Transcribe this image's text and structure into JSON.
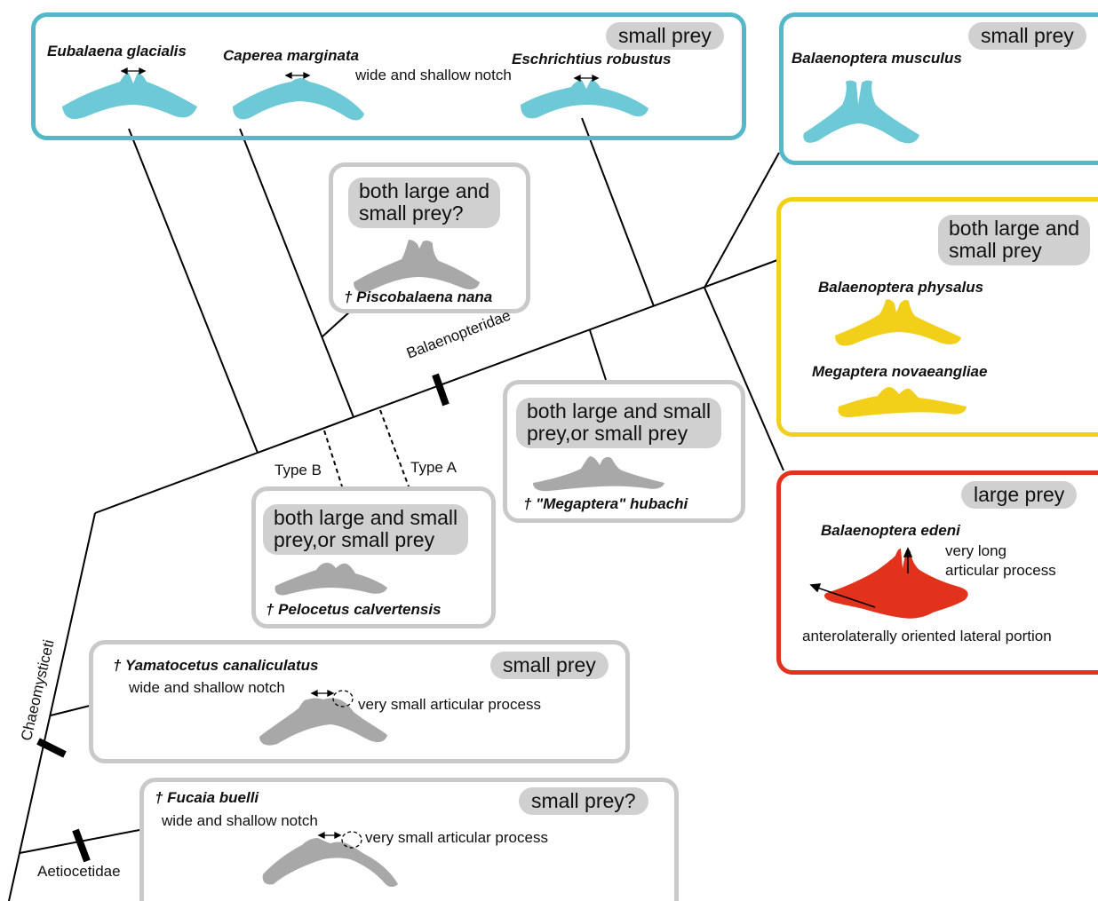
{
  "colors": {
    "blue": "#55b8c9",
    "blue_fill": "#6ec9d7",
    "gray_box": "#c9c9c9",
    "gray_fill": "#a8a8a8",
    "yellow": "#f2d01a",
    "red": "#e2321c",
    "pill": "#d0d0d0"
  },
  "clades": {
    "balaenopteridae": "Balaenopteridae",
    "chaeomysticeti": "Chaeomysticeti",
    "aetiocetidae": "Aetiocetidae",
    "type_b": "Type B",
    "type_a": "Type A"
  },
  "box_blue_left": {
    "prey": "small prey",
    "species1": "Eubalaena glacialis",
    "species2": "Caperea marginata",
    "species3": "Eschrichtius robustus",
    "note": "wide and shallow notch"
  },
  "box_blue_right": {
    "prey": "small prey",
    "species": "Balaenoptera musculus"
  },
  "box_piscobalaena": {
    "prey": "both large and small prey?",
    "prey_line1": "both large and",
    "prey_line2": "small prey?",
    "species": "† Piscobalaena nana"
  },
  "box_yellow": {
    "prey_line1": "both large and",
    "prey_line2": "small prey",
    "species1": "Balaenoptera physalus",
    "species2": "Megaptera novaeangliae"
  },
  "box_megaptera_hubachi": {
    "prey_line1": "both large and small",
    "prey_line2": "prey,or small prey",
    "species": "† \"Megaptera\" hubachi"
  },
  "box_pelocetus": {
    "prey_line1": "both large and small",
    "prey_line2": "prey,or small prey",
    "species": "† Pelocetus calvertensis"
  },
  "box_red": {
    "prey": "large prey",
    "species": "Balaenoptera edeni",
    "note1_line1": "very long",
    "note1_line2": "articular process",
    "note2": "anterolaterally oriented lateral portion"
  },
  "box_yamatocetus": {
    "species": "† Yamatocetus canaliculatus",
    "prey": "small prey",
    "note1": "wide and shallow notch",
    "note2": "very small articular process"
  },
  "box_fucaia": {
    "species": "† Fucaia buelli",
    "prey": "small prey?",
    "note1": "wide and shallow notch",
    "note2": "very small articular process"
  }
}
